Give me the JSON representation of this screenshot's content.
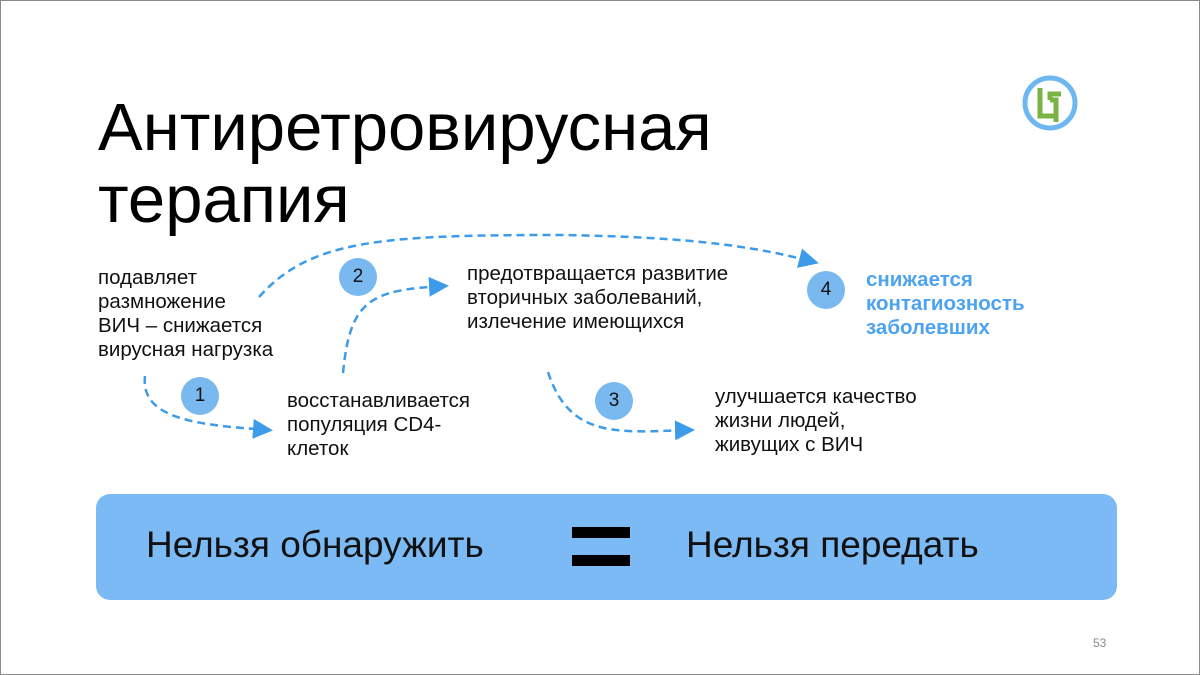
{
  "slide": {
    "title_lines": [
      "Антиретровирусная",
      "терапия"
    ],
    "blocks": {
      "suppress": [
        "подавляет",
        "размножение",
        "ВИЧ – снижается",
        "вирусная нагрузка"
      ],
      "restore": [
        "восстанавливается",
        "популяция CD4-",
        "клеток"
      ],
      "prevent": [
        "предотвращается развитие",
        "вторичных заболеваний,",
        "излечение имеющихся"
      ],
      "quality": [
        "улучшается качество",
        "жизни людей,",
        "живущих с ВИЧ"
      ],
      "contagion": [
        "снижается",
        "контагиозность",
        "заболевших"
      ]
    },
    "steps": [
      "1",
      "2",
      "3",
      "4"
    ],
    "banner": {
      "left": "Нельзя обнаружить",
      "right": "Нельзя передать"
    },
    "page_number": "53"
  },
  "colors": {
    "accent": "#4da3ef",
    "arrow": "#3d9be9",
    "circle": "#7ab8f0",
    "banner": "#7cbaf5",
    "logo_ring": "#6fb7f0",
    "logo_letter": "#79b443"
  }
}
